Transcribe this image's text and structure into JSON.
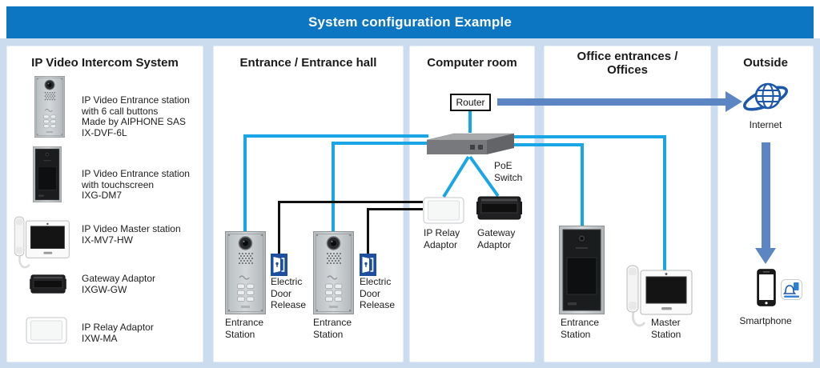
{
  "banner": {
    "title": "System configuration Example"
  },
  "colors": {
    "banner_blue": "#0d76c2",
    "background_blue": "#cbdcee",
    "wire_cyan": "#18a6e6",
    "wire_black": "#111111",
    "arrow_steel": "#5b85c3",
    "door_release_blue": "#1d4f9e",
    "internet_blue": "#1c57a8"
  },
  "legend": {
    "header": "IP Video Intercom System",
    "items": [
      {
        "icon": "entrance-station-6btn-icon",
        "desc": "IP Video Entrance station\nwith 6 call buttons\nMade by AIPHONE SAS\nIX-DVF-6L"
      },
      {
        "icon": "entrance-station-touchscreen-icon",
        "desc": "IP Video Entrance station\nwith touchscreen\nIXG-DM7"
      },
      {
        "icon": "master-station-icon",
        "desc": "IP Video Master station\nIX-MV7-HW"
      },
      {
        "icon": "gateway-adaptor-icon",
        "desc": "Gateway Adaptor\nIXGW-GW"
      },
      {
        "icon": "ip-relay-adaptor-icon",
        "desc": "IP Relay Adaptor\nIXW-MA"
      }
    ]
  },
  "entrance_hall": {
    "header": "Entrance / Entrance hall",
    "station1_label": "Entrance\nStation",
    "station2_label": "Entrance\nStation",
    "door_release1_label": "Electric\nDoor\nRelease",
    "door_release2_label": "Electric\nDoor\nRelease"
  },
  "computer_room": {
    "header": "Computer room",
    "router_label": "Router",
    "poe_switch_label": "PoE\nSwitch",
    "ip_relay_label": "IP Relay\nAdaptor",
    "gateway_label": "Gateway\nAdaptor"
  },
  "offices": {
    "header": "Office entrances /\nOffices",
    "entrance_station_label": "Entrance\nStation",
    "master_station_label": "Master\nStation"
  },
  "outside": {
    "header": "Outside",
    "internet_label": "Internet",
    "smartphone_label": "Smartphone"
  }
}
